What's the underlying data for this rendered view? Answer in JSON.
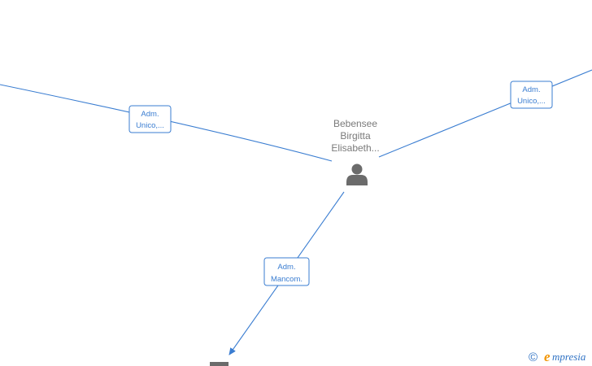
{
  "person_node": {
    "name_lines": [
      "Bebensee",
      "Birgitta",
      "Elisabeth..."
    ],
    "icon": "person-icon"
  },
  "bottom_node": {
    "icon": "building-icon"
  },
  "edges": [
    {
      "id": "left",
      "label_lines": [
        "Adm.",
        "Unico,..."
      ]
    },
    {
      "id": "right",
      "label_lines": [
        "Adm.",
        "Unico,..."
      ]
    },
    {
      "id": "down",
      "label_lines": [
        "Adm.",
        "Mancom."
      ]
    }
  ],
  "branding": {
    "copyright_symbol": "©",
    "logo_initial": "e",
    "logo_rest": "mpresia"
  },
  "colors": {
    "edge": "#3a7dd1",
    "node_text": "#7a7a7a",
    "icon": "#6b6b6b",
    "brand_blue": "#2f72c4",
    "brand_orange": "#f29400"
  }
}
